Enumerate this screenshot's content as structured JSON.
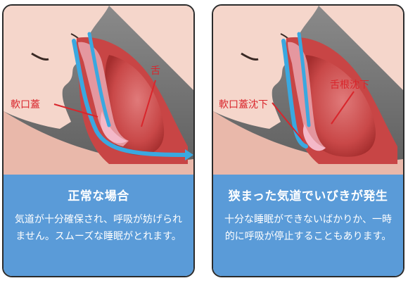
{
  "left": {
    "labels": {
      "soft_palate": "軟口蓋",
      "tongue": "舌"
    },
    "title": "正常な場合",
    "description": "気道が十分確保され、呼吸が妨げられません。スムーズな睡眠がとれます。"
  },
  "right": {
    "labels": {
      "soft_palate": "軟口蓋沈下",
      "tongue": "舌根沈下"
    },
    "title": "狭まった気道でいびきが発生",
    "description": "十分な睡眠ができないばかりか、一時的に呼吸が停止することもあります。"
  },
  "colors": {
    "background_gray": "#7d7d7d",
    "skin": "#f3d2c6",
    "tissue_red": "#c33a3a",
    "airflow_blue": "#3aa8e0",
    "label_red": "#d9262c",
    "panel_blue": "#5a9bd8"
  }
}
